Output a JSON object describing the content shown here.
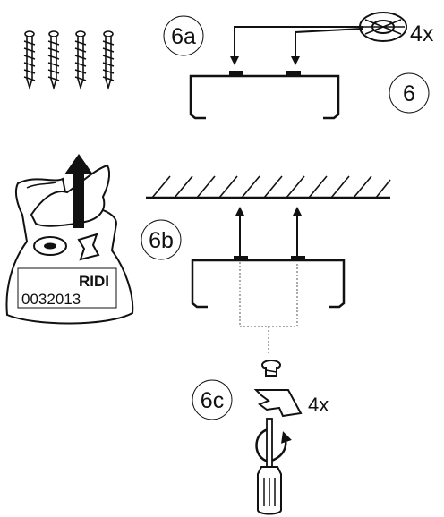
{
  "steps": {
    "step6": "6",
    "step6a": "6a",
    "step6b": "6b",
    "step6c": "6c"
  },
  "quantities": {
    "clip_quantity": "4x",
    "screw_quantity": "4x"
  },
  "bag": {
    "brand": "RIDI",
    "part_number": "0032013"
  },
  "screw_count": 4,
  "colors": {
    "line": "#111111",
    "background": "#ffffff",
    "shade": "#9a9a9a"
  },
  "icons": [
    "screw-icon",
    "clip-icon",
    "rail-profile",
    "ceiling-hatch",
    "parts-bag-icon",
    "screwdriver-icon",
    "rotation-arrow-icon"
  ]
}
